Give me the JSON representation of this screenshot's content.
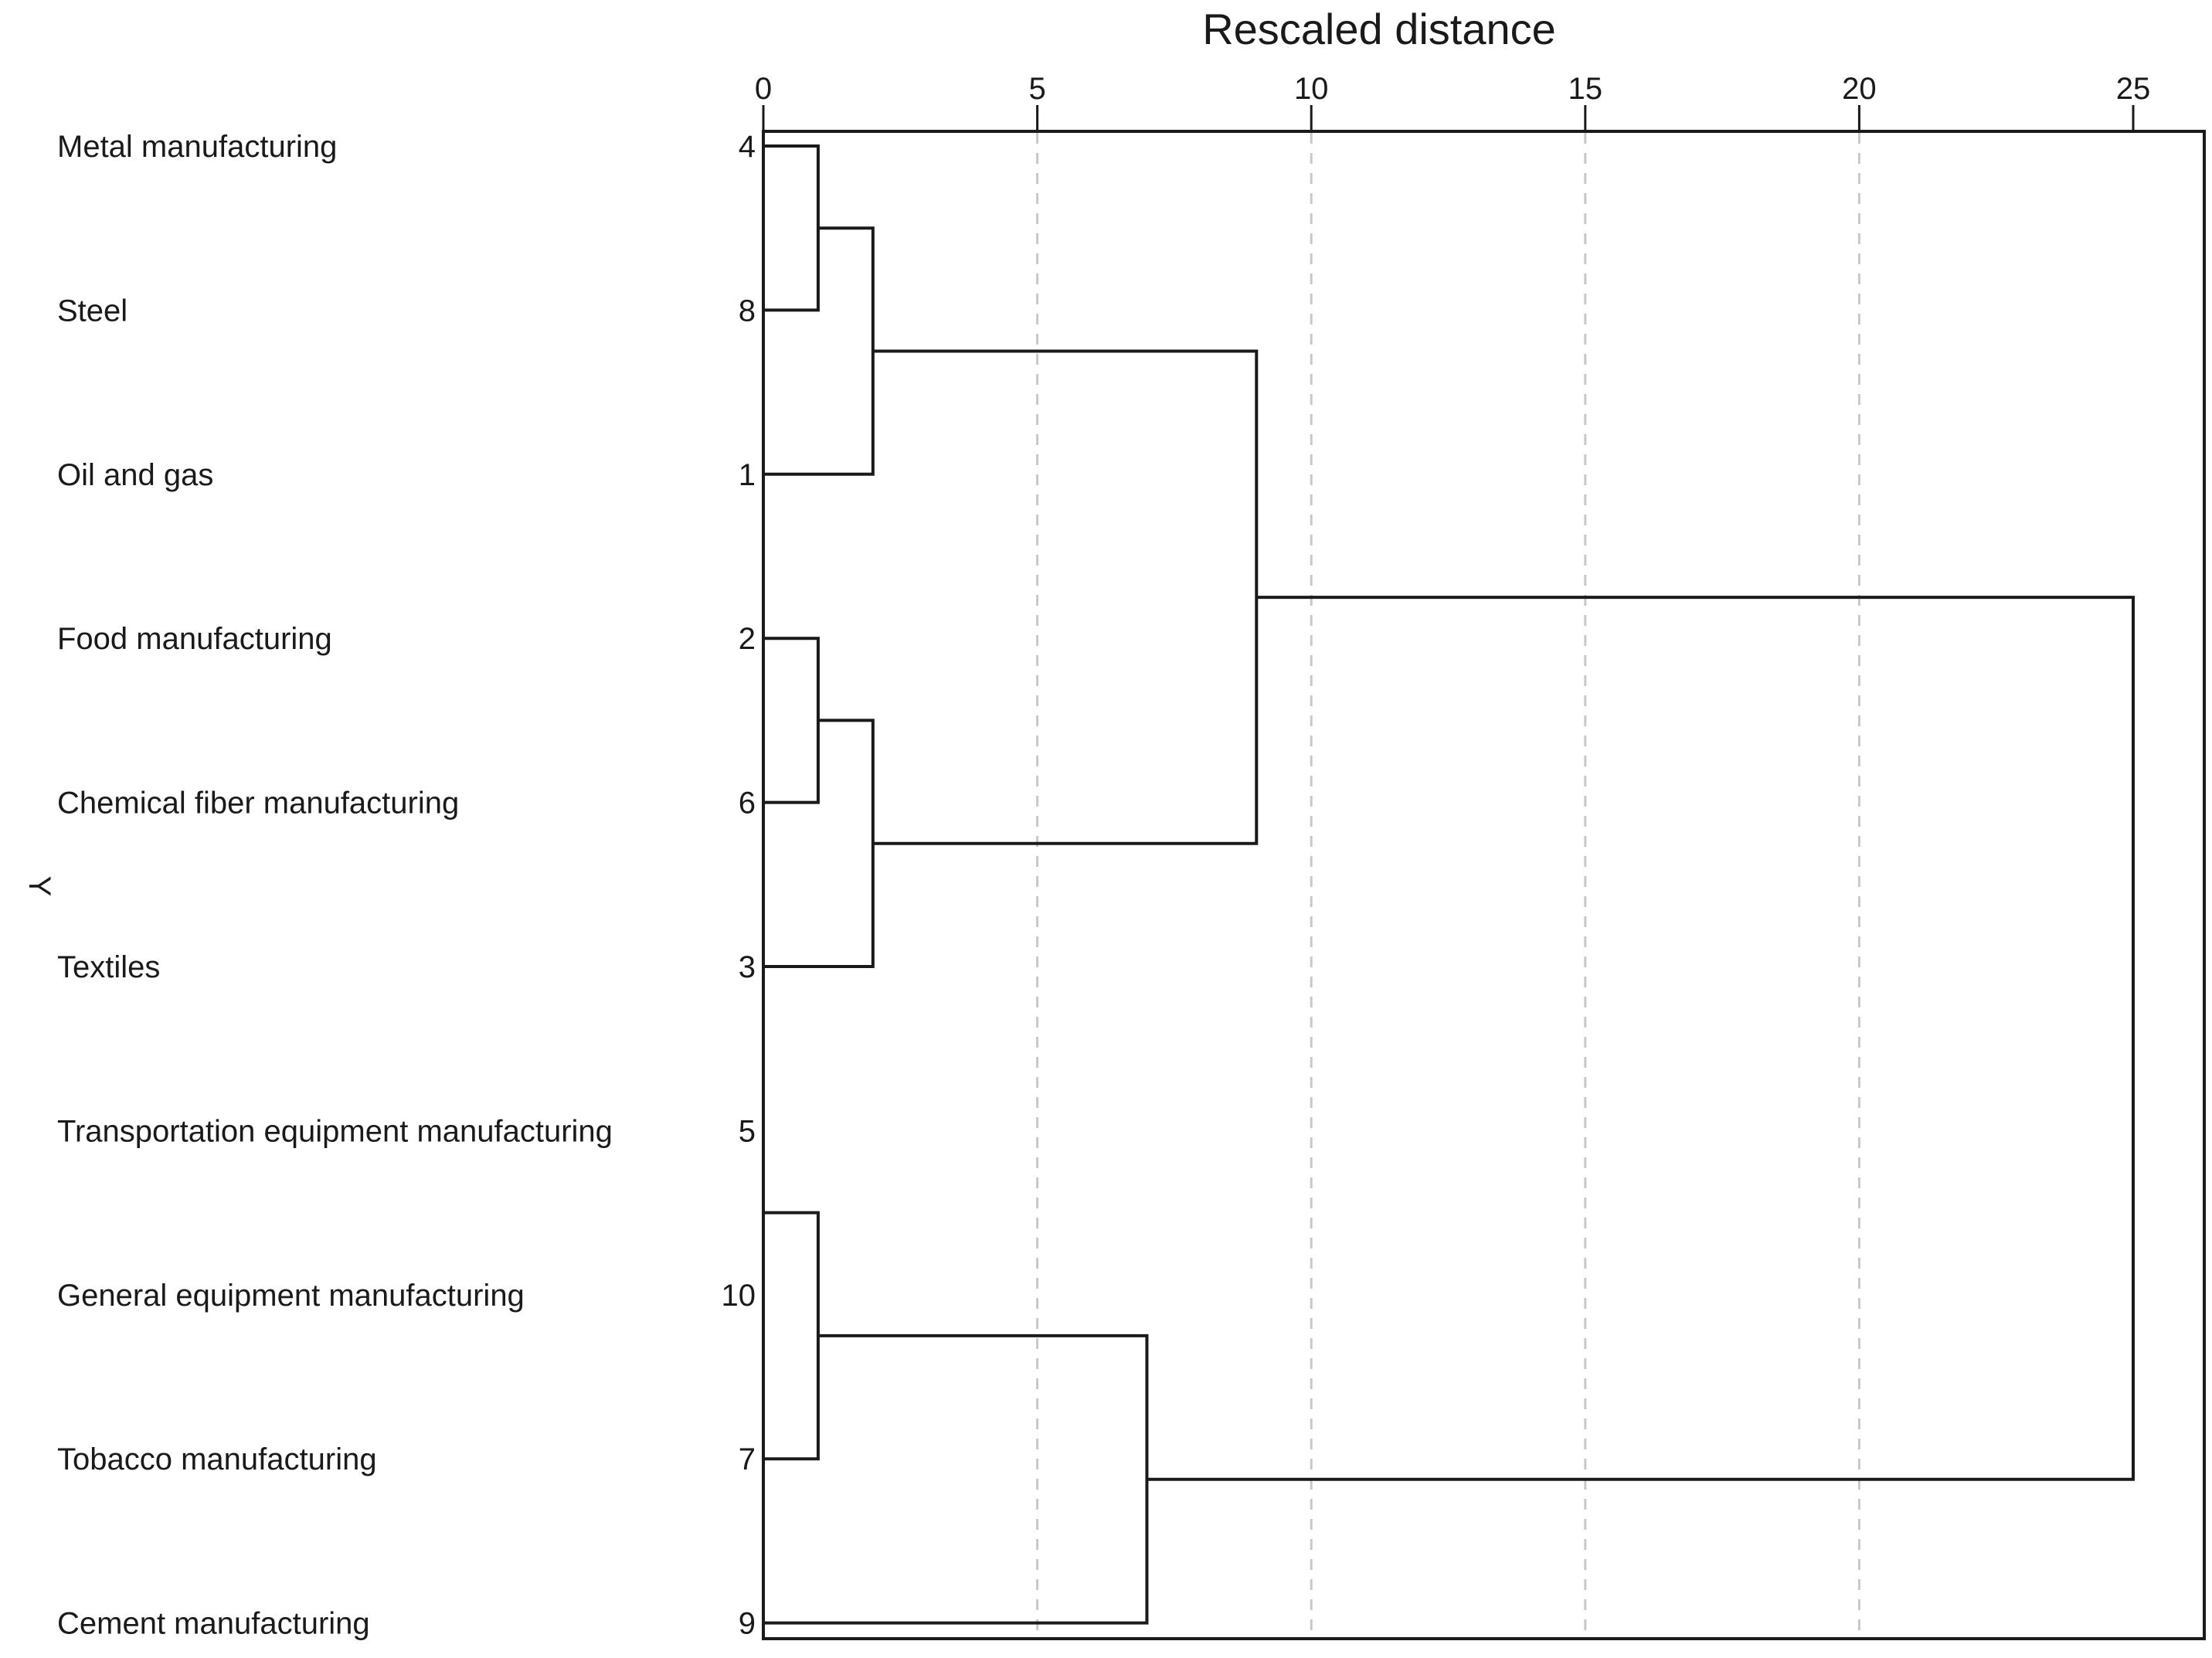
{
  "chart_data": {
    "type": "dendrogram",
    "title": "",
    "xlabel": "Rescaled distance",
    "ylabel": "Y",
    "xlim": [
      0,
      25
    ],
    "x_ticks": [
      0,
      5,
      10,
      15,
      20,
      25
    ],
    "grid": "vertical dashed",
    "leaves": [
      {
        "name": "Metal manufacturing",
        "id": "4"
      },
      {
        "name": "Steel",
        "id": "8"
      },
      {
        "name": "Oil and gas",
        "id": "1"
      },
      {
        "name": "Food manufacturing",
        "id": "2"
      },
      {
        "name": "Chemical fiber manufacturing",
        "id": "6"
      },
      {
        "name": "Textiles",
        "id": "3"
      },
      {
        "name": "Transportation equipment manufacturing",
        "id": "5"
      },
      {
        "name": "General equipment manufacturing",
        "id": "10"
      },
      {
        "name": "Tobacco manufacturing",
        "id": "7"
      },
      {
        "name": "Cement manufacturing",
        "id": "9"
      }
    ],
    "merges": [
      {
        "a": "L0",
        "b": "L1",
        "height": 1
      },
      {
        "a": "M0",
        "b": "L2",
        "height": 2
      },
      {
        "a": "L3",
        "b": "L4",
        "height": 1
      },
      {
        "a": "M2",
        "b": "L5",
        "height": 2
      },
      {
        "a": "M1",
        "b": "M3",
        "height": 9
      },
      {
        "a": "L6",
        "b": "L7",
        "height": 0
      },
      {
        "a": "M5",
        "b": "L8",
        "height": 1
      },
      {
        "a": "M6",
        "b": "L9",
        "height": 7
      },
      {
        "a": "M4",
        "b": "M7",
        "height": 25
      }
    ]
  },
  "colors": {
    "line": "#1a1a1a",
    "grid": "#c8c8c8",
    "text": "#1a1a1a"
  }
}
